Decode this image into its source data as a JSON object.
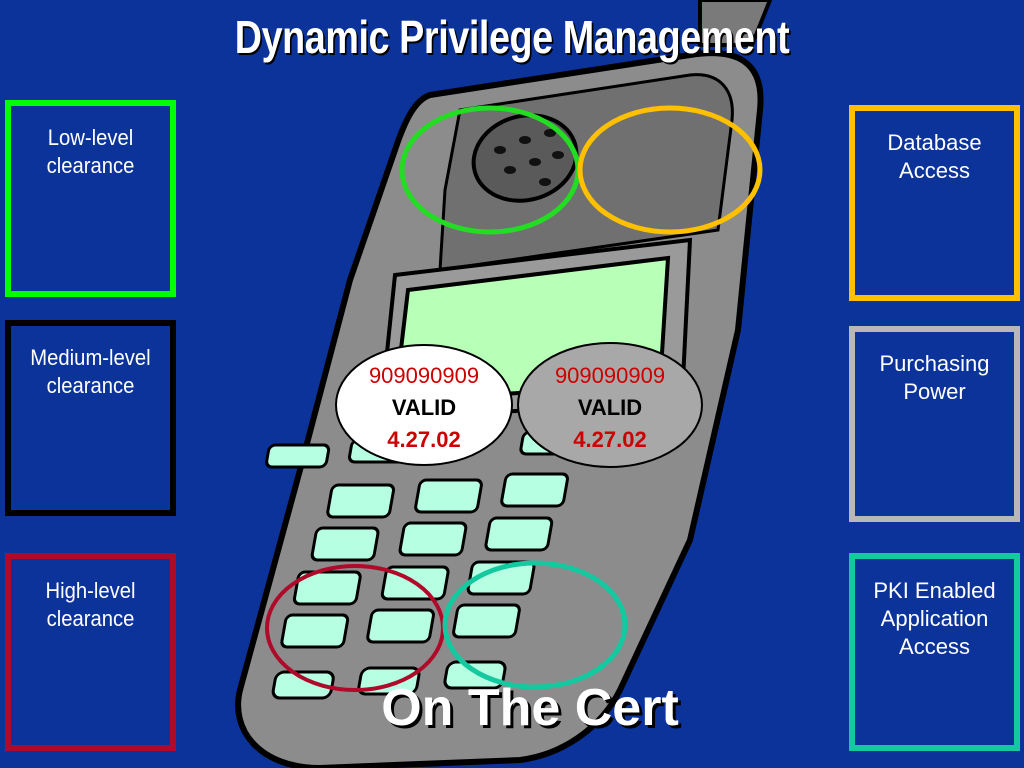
{
  "slide": {
    "title": "Dynamic Privilege Management",
    "footer": "On The Cert"
  },
  "left_boxes": [
    {
      "line1": "Low-level",
      "line2": "clearance",
      "color": "#00ff00"
    },
    {
      "line1": "Medium-level",
      "line2": "clearance",
      "color": "#000000"
    },
    {
      "line1": "High-level",
      "line2": "clearance",
      "color": "#b00a2a"
    }
  ],
  "right_boxes": [
    {
      "line1": "Database",
      "line2": "Access",
      "color": "#ffc000"
    },
    {
      "line1": "Purchasing",
      "line2": "Power",
      "color": "#b8b8b8"
    },
    {
      "line1": "PKI Enabled",
      "line2": "Application",
      "line3": "Access",
      "color": "#14c8a0"
    }
  ],
  "certs": [
    {
      "number": "909090909",
      "status": "VALID",
      "date": "4.27.02",
      "fill": "#ffffff"
    },
    {
      "number": "909090909",
      "status": "VALID",
      "date": "4.27.02",
      "fill": "#a8a8a8"
    }
  ],
  "colors": {
    "background": "#0b3399",
    "phone_body": "#8c8c8c",
    "screen": "#b8ffb8",
    "keys": "#b6ffe2"
  }
}
